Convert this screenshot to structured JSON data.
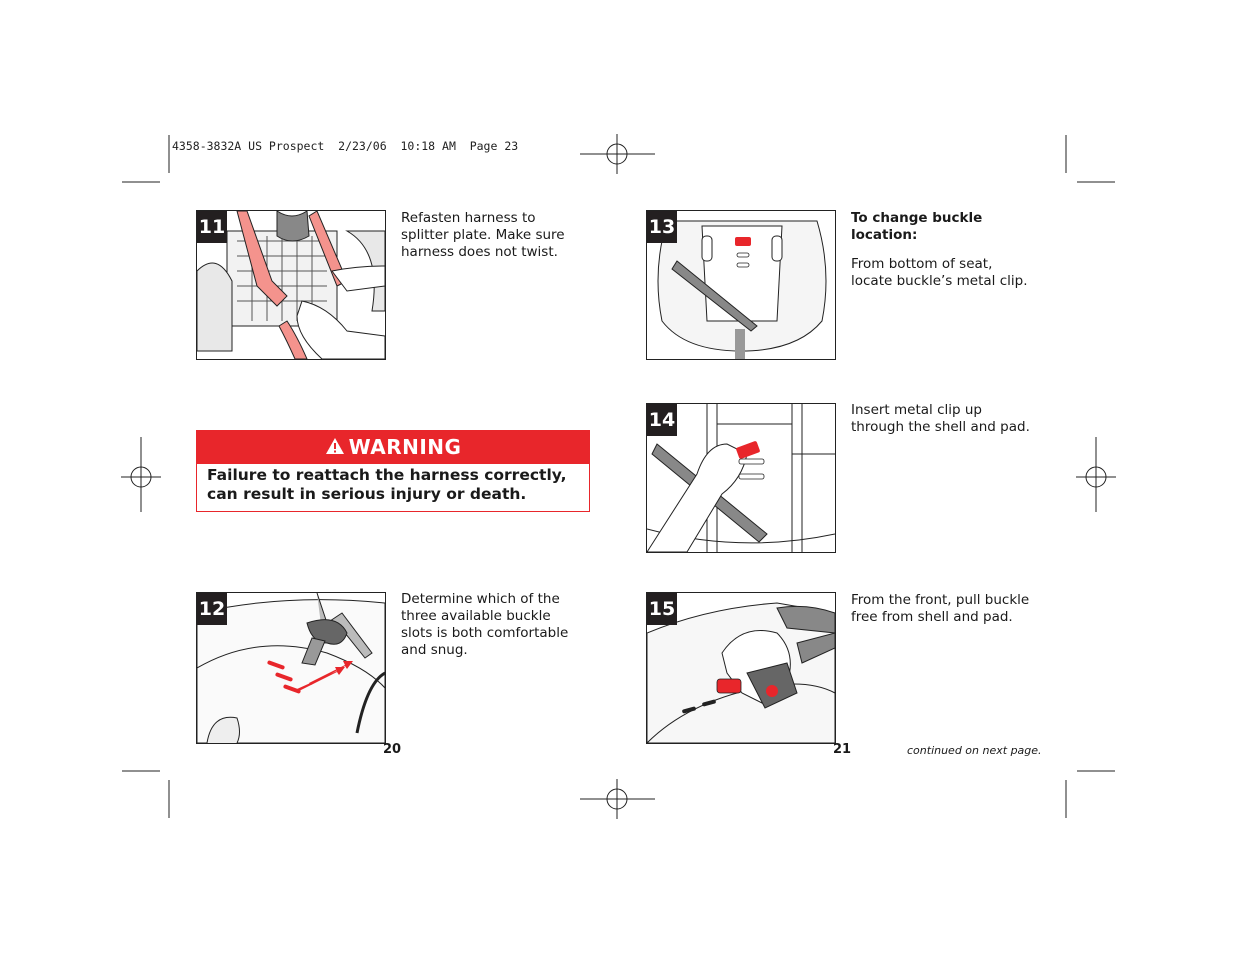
{
  "slug_line": "4358-3832A US Prospect  2/23/06  10:18 AM  Page 23",
  "steps": [
    {
      "number": "11",
      "text": "Refasten harness to splitter plate.  Make sure harness does not twist."
    },
    {
      "number": "12",
      "text": "Determine which of the three available buckle slots is both comfortable and snug."
    },
    {
      "number": "13",
      "heading": "To change buckle location:",
      "text": "From bottom of seat, locate buckle’s metal clip."
    },
    {
      "number": "14",
      "text": "Insert metal clip up through the shell and pad."
    },
    {
      "number": "15",
      "text": "From the front, pull buckle free from shell and pad."
    }
  ],
  "warning": {
    "title": "WARNING",
    "text": "Failure to reattach the harness correctly, can result in serious injury or death.",
    "color": "#e8262b"
  },
  "page_left": "20",
  "page_right": "21",
  "continued": "continued on next page."
}
